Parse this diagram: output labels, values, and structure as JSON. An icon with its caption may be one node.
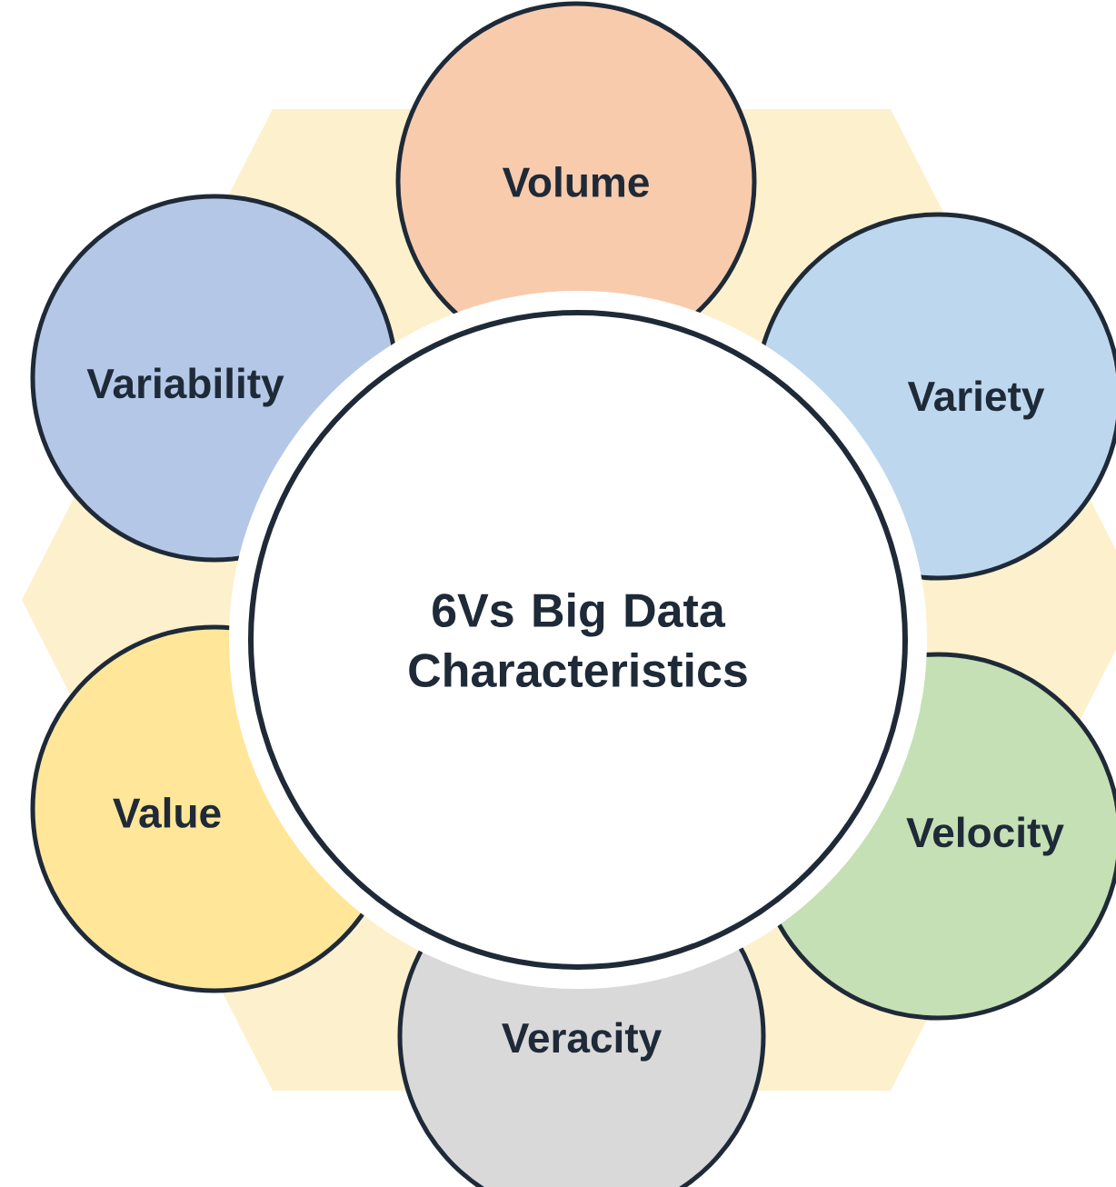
{
  "diagram": {
    "nodes": [
      {
        "text": [
          "6Vs Big Data Characteristics"
        ]
      },
      {
        "text": [
          "Volume"
        ]
      },
      {
        "text": [
          "Variety"
        ]
      },
      {
        "text": [
          "Velocity"
        ]
      },
      {
        "text": [
          "Veracity"
        ]
      },
      {
        "text": [
          "Value"
        ]
      },
      {
        "text": [
          "Variability"
        ]
      }
    ]
  }
}
